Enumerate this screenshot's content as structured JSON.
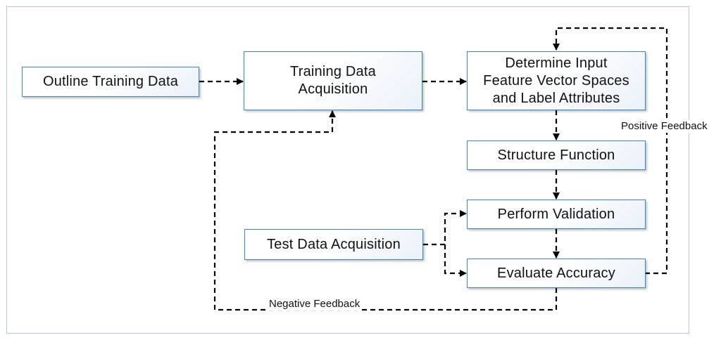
{
  "boxes": {
    "outline_training_data": "Outline Training Data",
    "training_data_acquisition": "Training Data\nAcquisition",
    "determine_input": "Determine Input\nFeature Vector Spaces\nand Label Attributes",
    "structure_function": "Structure Function",
    "perform_validation": "Perform Validation",
    "test_data_acquisition": "Test Data Acquisition",
    "evaluate_accuracy": "Evaluate Accuracy"
  },
  "labels": {
    "positive_feedback": "Positive Feedback",
    "negative_feedback": "Negative Feedback"
  },
  "colors": {
    "box_border": "#3a86c8",
    "connector": "#000000",
    "frame": "#b4c7dc"
  }
}
